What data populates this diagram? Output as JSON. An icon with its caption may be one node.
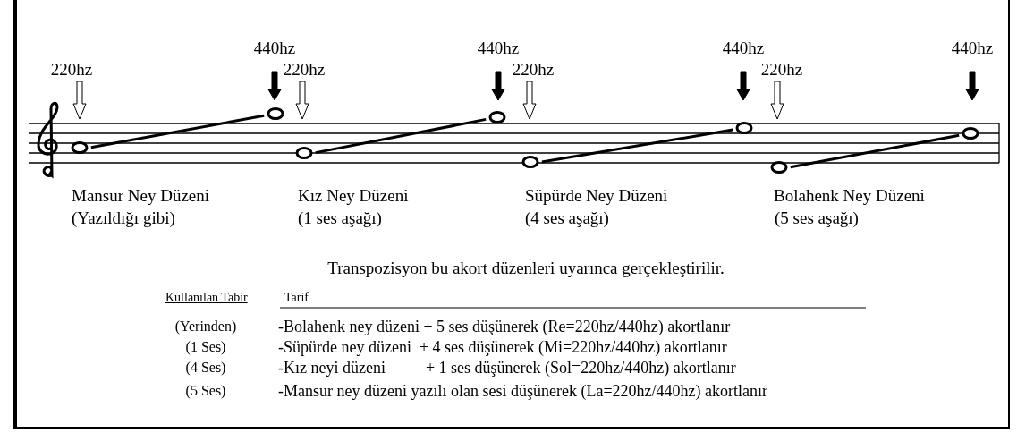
{
  "diagram": {
    "nodes": [
      {
        "text": [],
        "shape": "ellipse"
      },
      {
        "text": [],
        "shape": "ellipse"
      },
      {
        "text": [],
        "shape": "ellipse"
      },
      {
        "text": [],
        "shape": "ellipse"
      },
      {
        "text": [],
        "shape": "ellipse"
      },
      {
        "text": [],
        "shape": "ellipse"
      },
      {
        "text": [],
        "shape": "ellipse"
      },
      {
        "text": [],
        "shape": "ellipse"
      }
    ],
    "edges": [
      {
        "from": 0,
        "to": 1,
        "arrow": "none"
      },
      {
        "from": 2,
        "to": 3,
        "arrow": "none"
      },
      {
        "from": 4,
        "to": 5,
        "arrow": "none"
      },
      {
        "from": 6,
        "to": 7,
        "arrow": "none"
      }
    ],
    "labels": [
      "440hz",
      "440hz",
      "440hz",
      "440hz",
      "220hz",
      "220hz",
      "220hz",
      "220hz",
      "Mansur Ney Düzeni",
      "Kız Ney Düzeni",
      "Süpürde Ney Düzeni",
      "Bolahenk Ney Düzeni",
      "(Yazıldığı gibi)",
      "(1 ses aşağı)",
      "(4 ses aşağı)",
      "(5 ses aşağı)",
      "Transpozisyon bu akort düzenleri uyarınca gerçekleştirilir.",
      "Kullanılan Tabir",
      "Tarif",
      "(Yerinden)",
      "-Bolahenk ney düzeni + 5 ses düşünerek (Re=220hz/440hz) akortlanır",
      "(1 Ses)",
      "-Süpürde ney düzeni  + 4 ses düşünerek (Mi=220hz/440hz) akortlanır",
      "(4 Ses)",
      "-Kız neyi düzeni          + 1 ses düşünerek (Sol=220hz/440hz) akortlanır",
      "(5 Ses)",
      "-Mansur ney düzeni yazılı olan sesi düşünerek (La=220hz/440hz) akortlanır"
    ]
  }
}
